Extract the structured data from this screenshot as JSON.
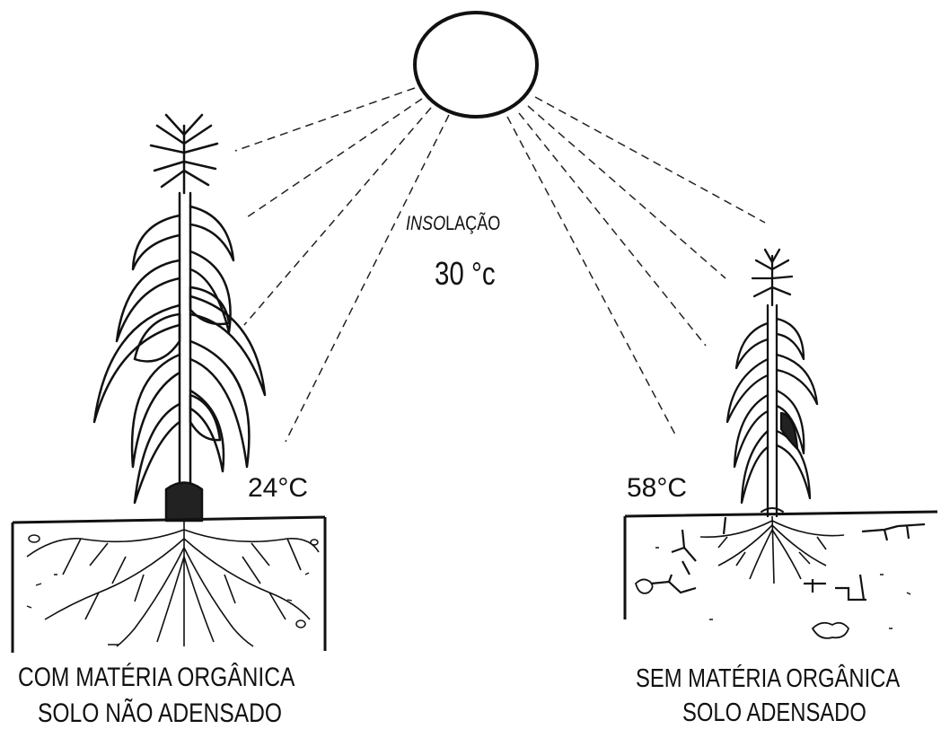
{
  "diagram": {
    "sun_text_part1": "INSO",
    "sun_text_part2": "LAÇÃO",
    "sun_temperature": "30 °c",
    "left": {
      "temperature": "24°C",
      "caption_line1": "COM MATÉRIA ORGÂNICA",
      "caption_line2": "SOLO NÃO ADENSADO"
    },
    "right": {
      "temperature": "58°C",
      "caption_line1": "SEM MATÉRIA ORGÂNICA",
      "caption_line2": "SOLO ADENSADO"
    }
  }
}
